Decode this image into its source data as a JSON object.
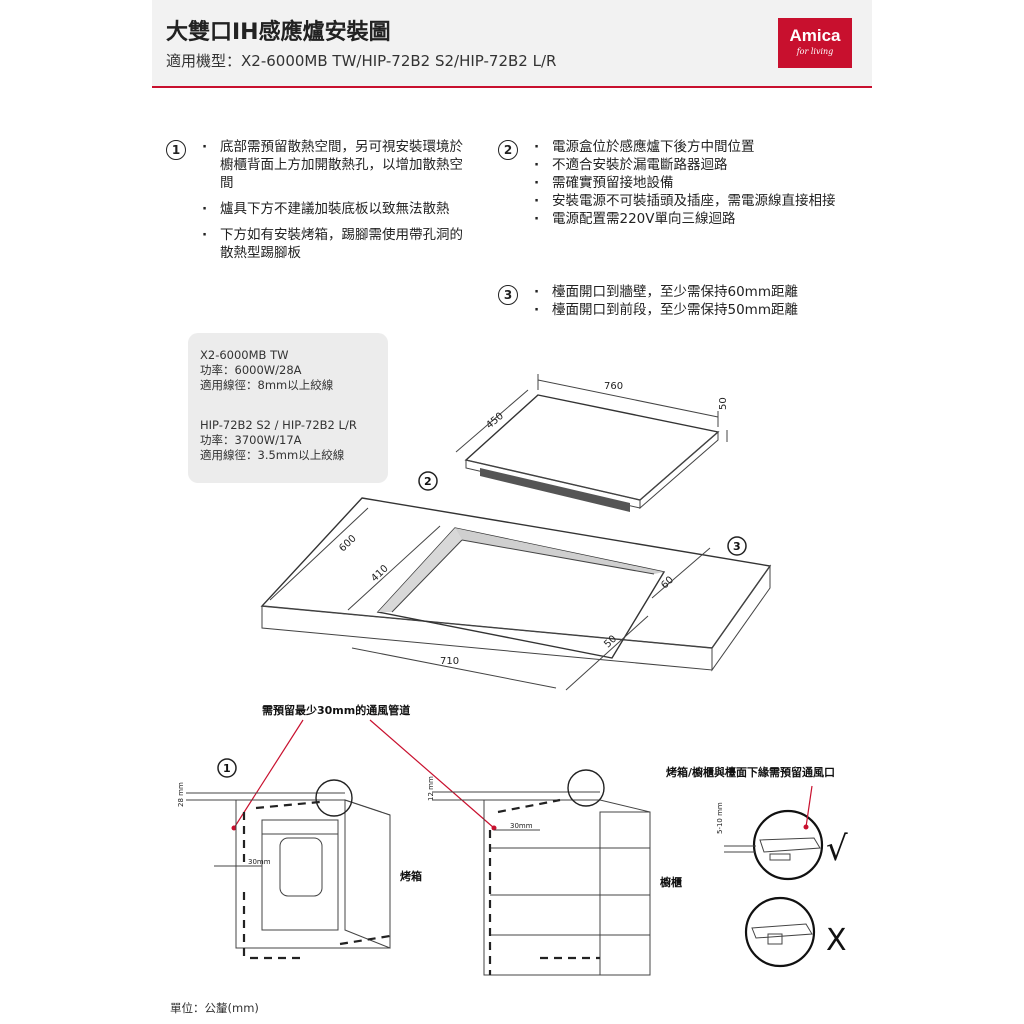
{
  "header": {
    "title": "大雙口IH感應爐安裝圖",
    "subtitle": "適用機型：X2-6000MB TW/HIP-72B2 S2/HIP-72B2 L/R",
    "logo_brand": "Amica",
    "logo_tagline": "for living",
    "brand_color": "#c8102e"
  },
  "notes": {
    "n1": {
      "number": "1",
      "items": [
        "底部需預留散熱空間，另可視安裝環境於櫥櫃背面上方加開散熱孔，以增加散熱空間",
        "爐具下方不建議加裝底板以致無法散熱",
        "下方如有安裝烤箱，踢腳需使用帶孔洞的散熱型踢腳板"
      ]
    },
    "n2": {
      "number": "2",
      "items": [
        "電源盒位於感應爐下後方中間位置",
        "不適合安裝於漏電斷路器迴路",
        "需確實預留接地設備",
        "安裝電源不可裝插頭及插座，需電源線直接相接",
        "電源配置需220V單向三線迴路"
      ]
    },
    "n3": {
      "number": "3",
      "items": [
        "檯面開口到牆壁，至少需保持60mm距離",
        "檯面開口到前段，至少需保持50mm距離"
      ]
    }
  },
  "specs": {
    "model1": "X2-6000MB TW",
    "power1": "功率：6000W/28A",
    "wire1": "適用線徑：8mm以上絞線",
    "model2": "HIP-72B2 S2 / HIP-72B2 L/R",
    "power2": "功率：3700W/17A",
    "wire2": "適用線徑：3.5mm以上絞線"
  },
  "diagram": {
    "dim_760": "760",
    "dim_450": "450",
    "dim_50_top": "50",
    "dim_600": "600",
    "dim_410": "410",
    "dim_60": "60",
    "dim_50": "50",
    "dim_710": "710",
    "marker2": "2",
    "marker3": "3",
    "marker1": "1"
  },
  "section": {
    "vent_label": "需預留最少30mm的通風管道",
    "gap_label": "烤箱/櫥櫃與檯面下緣需預留通風口",
    "oven_label": "烤箱",
    "cabinet_label": "櫥櫃",
    "dim_28": "28 mm",
    "dim_12": "12 mm",
    "dim_30a": "30mm",
    "dim_30b": "30mm",
    "dim_5_10": "5-10 mm",
    "check": "√",
    "cross": "X"
  },
  "footer": {
    "unit": "單位：公釐(mm)"
  }
}
